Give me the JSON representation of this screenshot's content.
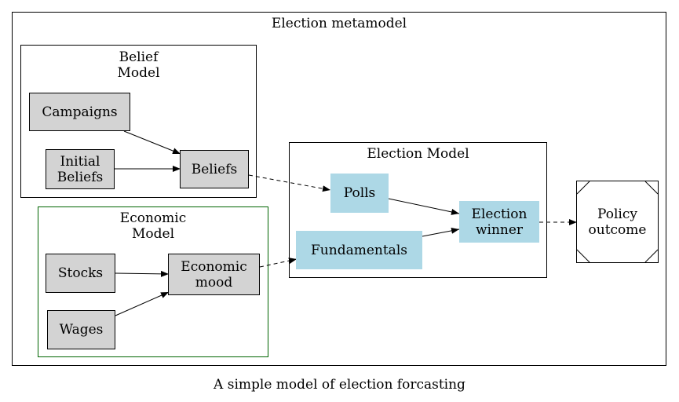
{
  "diagram": {
    "caption": "A simple model of election forcasting",
    "clusters": {
      "metamodel": {
        "title": "Election metamodel"
      },
      "belief": {
        "title": "Belief\nModel"
      },
      "economic": {
        "title": "Economic\nModel"
      },
      "election": {
        "title": "Election Model"
      }
    },
    "nodes": {
      "campaigns": {
        "label": "Campaigns"
      },
      "initial_beliefs": {
        "label": "Initial\nBeliefs"
      },
      "beliefs": {
        "label": "Beliefs"
      },
      "stocks": {
        "label": "Stocks"
      },
      "wages": {
        "label": "Wages"
      },
      "economic_mood": {
        "label": "Economic\nmood"
      },
      "polls": {
        "label": "Polls"
      },
      "fundamentals": {
        "label": "Fundamentals"
      },
      "election_winner": {
        "label": "Election\nwinner"
      },
      "policy_outcome": {
        "label": "Policy\noutcome"
      }
    },
    "edges": [
      {
        "from": "campaigns",
        "to": "beliefs",
        "style": "solid"
      },
      {
        "from": "initial_beliefs",
        "to": "beliefs",
        "style": "solid"
      },
      {
        "from": "beliefs",
        "to": "polls",
        "style": "dashed"
      },
      {
        "from": "stocks",
        "to": "economic_mood",
        "style": "solid"
      },
      {
        "from": "wages",
        "to": "economic_mood",
        "style": "solid"
      },
      {
        "from": "economic_mood",
        "to": "fundamentals",
        "style": "dashed"
      },
      {
        "from": "polls",
        "to": "election_winner",
        "style": "solid"
      },
      {
        "from": "fundamentals",
        "to": "election_winner",
        "style": "solid"
      },
      {
        "from": "election_winner",
        "to": "policy_outcome",
        "style": "dashed"
      }
    ],
    "colors": {
      "grey_node": "#d3d3d3",
      "blue_node": "#add8e6",
      "economic_border": "#006400"
    }
  }
}
